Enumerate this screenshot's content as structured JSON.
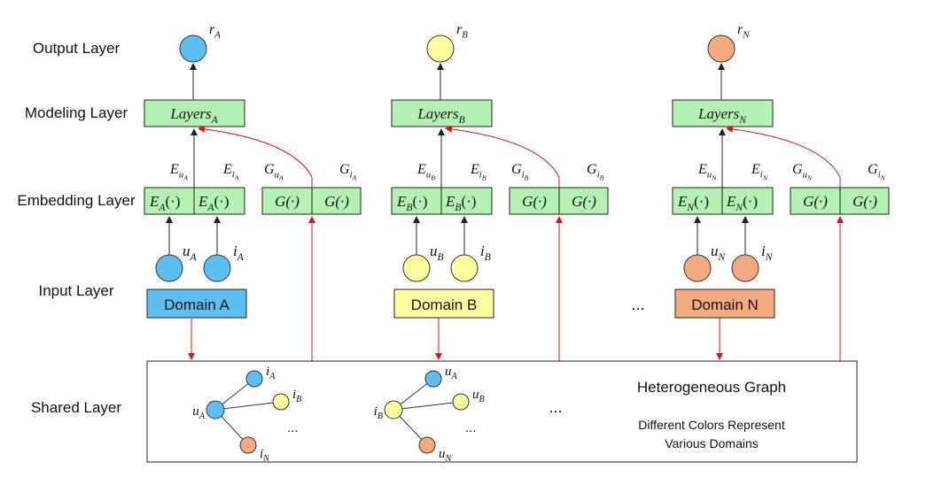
{
  "layers": {
    "output": "Output Layer",
    "modeling": "Modeling Layer",
    "embedding": "Embedding Layer",
    "input": "Input Layer",
    "shared": "Shared Layer"
  },
  "domains": [
    {
      "id": "A",
      "color": "#5bc0ef",
      "output_var": "r",
      "output_sub": "A",
      "modeling_label": "Layers",
      "modeling_sub": "A",
      "emb_u_label": "E",
      "emb_u_sub": "u",
      "emb_u_subsub": "A",
      "emb_i_label": "E",
      "emb_i_sub": "i",
      "emb_i_subsub": "A",
      "g_u_label": "G",
      "g_u_sub": "u",
      "g_u_subsub": "A",
      "g_i_label": "G",
      "g_i_sub": "i",
      "g_i_subsub": "A",
      "emb_cell_1": "E",
      "emb_cell_1_sub": "A",
      "emb_cell_arg": "(·)",
      "emb_cell_2": "E",
      "emb_cell_2_sub": "A",
      "g_cell_1": "G(·)",
      "g_cell_2": "G(·)",
      "user_var": "u",
      "user_sub": "A",
      "item_var": "i",
      "item_sub": "A",
      "domain_label": "Domain A"
    },
    {
      "id": "B",
      "color": "#ffff9e",
      "output_var": "r",
      "output_sub": "B",
      "modeling_label": "Layers",
      "modeling_sub": "B",
      "emb_u_label": "E",
      "emb_u_sub": "u",
      "emb_u_subsub": "B",
      "emb_i_label": "E",
      "emb_i_sub": "i",
      "emb_i_subsub": "B",
      "g_u_label": "G",
      "g_u_sub": "i",
      "g_u_subsub": "B",
      "g_i_label": "G",
      "g_i_sub": "i",
      "g_i_subsub": "B",
      "emb_cell_1": "E",
      "emb_cell_1_sub": "B",
      "emb_cell_arg": "(·)",
      "emb_cell_2": "E",
      "emb_cell_2_sub": "B",
      "g_cell_1": "G(·)",
      "g_cell_2": "G(·)",
      "user_var": "u",
      "user_sub": "B",
      "item_var": "i",
      "item_sub": "B",
      "domain_label": "Domain B"
    },
    {
      "id": "N",
      "color": "#f2aa7e",
      "output_var": "r",
      "output_sub": "N",
      "modeling_label": "Layers",
      "modeling_sub": "N",
      "emb_u_label": "E",
      "emb_u_sub": "u",
      "emb_u_subsub": "N",
      "emb_i_label": "E",
      "emb_i_sub": "i",
      "emb_i_subsub": "N",
      "g_u_label": "G",
      "g_u_sub": "u",
      "g_u_subsub": "N",
      "g_i_label": "G",
      "g_i_sub": "i",
      "g_i_subsub": "N",
      "emb_cell_1": "E",
      "emb_cell_1_sub": "N",
      "emb_cell_arg": "(·)",
      "emb_cell_2": "E",
      "emb_cell_2_sub": "N",
      "g_cell_1": "G(·)",
      "g_cell_2": "G(·)",
      "user_var": "u",
      "user_sub": "N",
      "item_var": "i",
      "item_sub": "N",
      "domain_label": "Domain N"
    }
  ],
  "ellipsis_between_domains": "...",
  "graph": {
    "title": "Heterogeneous Graph",
    "note_line1": "Different Colors Represent",
    "note_line2": "Various Domains",
    "ellipsis_middle": "...",
    "subgraph1": {
      "center_var": "u",
      "center_sub": "A",
      "n1_var": "i",
      "n1_sub": "A",
      "n2_var": "i",
      "n2_sub": "B",
      "n3_var": "i",
      "n3_sub": "N",
      "dots": "..."
    },
    "subgraph2": {
      "center_var": "i",
      "center_sub": "B",
      "n1_var": "u",
      "n1_sub": "A",
      "n2_var": "u",
      "n2_sub": "B",
      "n3_var": "u",
      "n3_sub": "N",
      "dots": "..."
    }
  },
  "colors": {
    "domain_a": "#5bc0ef",
    "domain_b": "#ffff9e",
    "domain_n": "#f2aa7e",
    "layer_box": "#b3f2b3",
    "red_arrow": "#e01010",
    "black_arrow": "#222222"
  }
}
